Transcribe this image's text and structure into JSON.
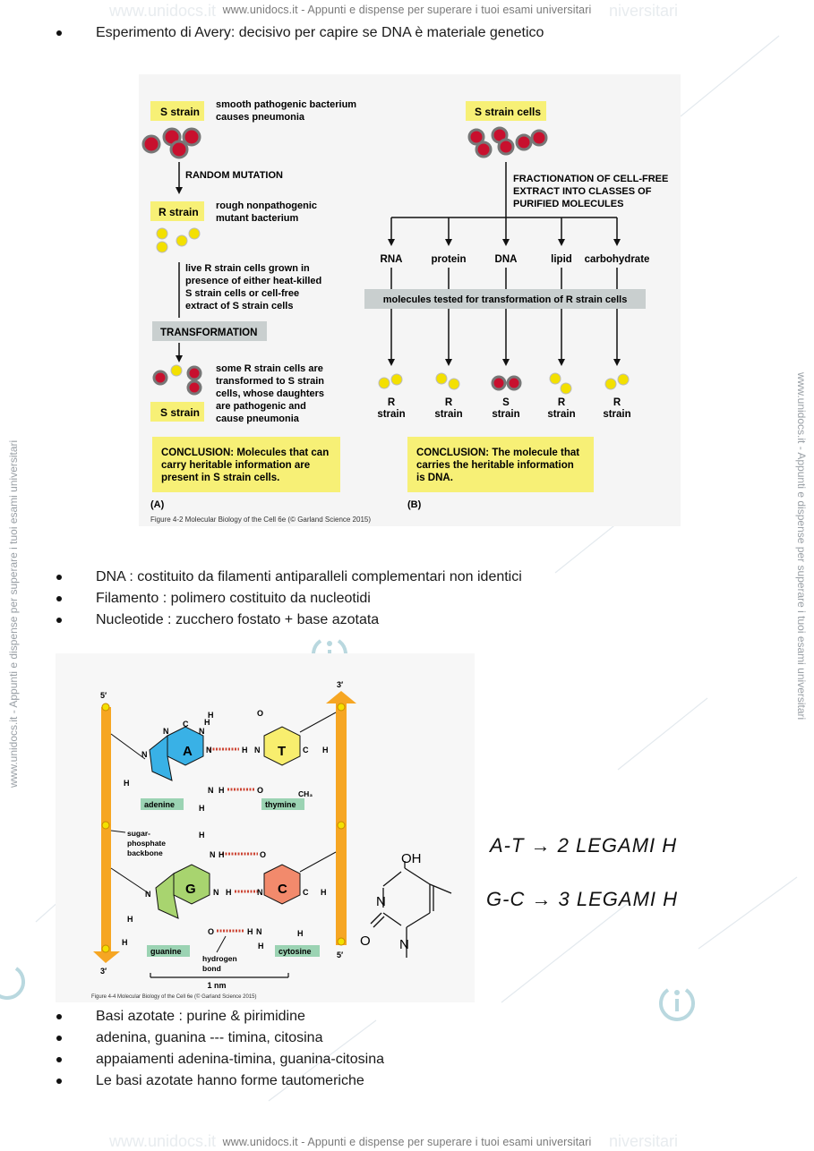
{
  "watermark": {
    "header": "www.unidocs.it - Appunti e dispense per superare i tuoi esami universitari",
    "footer": "www.unidocs.it - Appunti e dispense per superare i tuoi esami universitari",
    "side_left": "www.unidocs.it - Appunti e dispense per superare i tuoi esami universitari",
    "side_right": "www.unidocs.it - Appunti e dispense per superare i tuoi esami universitari",
    "ghost_left": "www.unidocs.it",
    "ghost_right": "niversitari"
  },
  "section1": {
    "bullets": [
      "Esperimento di Avery: decisivo per capire se DNA è materiale genetico"
    ]
  },
  "figure1": {
    "panelA": {
      "s_strain_label": "S strain",
      "s_strain_desc1": "smooth pathogenic bacterium",
      "s_strain_desc2": "causes pneumonia",
      "random_mutation": "RANDOM MUTATION",
      "r_strain_label": "R strain",
      "r_strain_desc1": "rough nonpathogenic",
      "r_strain_desc2": "mutant bacterium",
      "grown1": "live R strain cells grown in",
      "grown2": "presence of either heat-killed",
      "grown3": "S strain cells or cell-free",
      "grown4": "extract of S strain cells",
      "transformation": "TRANSFORMATION",
      "result1": "some R strain cells are",
      "result2": "transformed to S strain",
      "result3": "cells, whose daughters",
      "result4": "are pathogenic and",
      "result5": "cause pneumonia",
      "s_strain_label2": "S strain",
      "conclusion1": "CONCLUSION: Molecules that can",
      "conclusion2": "carry heritable information are",
      "conclusion3": "present in S strain cells.",
      "panel_label": "(A)"
    },
    "panelB": {
      "s_strain_cells": "S strain cells",
      "fraction1": "FRACTIONATION OF CELL-FREE",
      "fraction2": "EXTRACT INTO CLASSES OF",
      "fraction3": "PURIFIED MOLECULES",
      "molecules": [
        "RNA",
        "protein",
        "DNA",
        "lipid",
        "carbohydrate"
      ],
      "tested": "molecules tested for transformation of R strain cells",
      "results": [
        {
          "letter": "R",
          "word": "strain"
        },
        {
          "letter": "R",
          "word": "strain"
        },
        {
          "letter": "S",
          "word": "strain"
        },
        {
          "letter": "R",
          "word": "strain"
        },
        {
          "letter": "R",
          "word": "strain"
        }
      ],
      "conclusion1": "CONCLUSION: The molecule that",
      "conclusion2": "carries the heritable information",
      "conclusion3": "is DNA.",
      "panel_label": "(B)"
    },
    "caption": "Figure 4-2 Molecular Biology of the Cell 6e (© Garland Science 2015)"
  },
  "section2": {
    "bullets": [
      "DNA : costituito da filamenti antiparalleli complementari non identici",
      "Filamento : polimero costituito da nucleotidi",
      "Nucleotide : zucchero fostato + base azotata"
    ]
  },
  "figure2": {
    "five_prime_top": "5′",
    "three_prime_top": "3′",
    "three_prime_bottom": "3′",
    "five_prime_bottom": "5′",
    "adenine_letter": "A",
    "thymine_letter": "T",
    "guanine_letter": "G",
    "cytosine_letter": "C",
    "adenine": "adenine",
    "thymine": "thymine",
    "guanine": "guanine",
    "cytosine": "cytosine",
    "backbone1": "sugar-",
    "backbone2": "phosphate",
    "backbone3": "backbone",
    "hbond1": "hydrogen",
    "hbond2": "bond",
    "scale": "1 nm",
    "caption": "Figure 4-4 Molecular Biology of the Cell 6e (© Garland Science 2015)",
    "atoms": {
      "N": "N",
      "C": "C",
      "H": "H",
      "O": "O",
      "CH3": "CH₃"
    }
  },
  "chem_structure": {
    "oh": "OH",
    "n1": "N",
    "n2": "N",
    "o": "O"
  },
  "handwriting": {
    "line1": "A-T → 2 LEGAMI H",
    "line2": "G-C → 3 LEGAMI H"
  },
  "section3": {
    "bullets": [
      "Basi azotate : purine & pirimidine",
      "adenina, guanina --- timina, citosina",
      "appaiamenti adenina-timina, guanina-citosina",
      "Le basi azotate hanno forme tautomeriche"
    ]
  },
  "colors": {
    "yellow_box": "#f7f076",
    "grey_box": "#c9cfcf",
    "red_cell": "#c8102e",
    "yellow_cell": "#f3e000",
    "orange_backbone": "#f6a623",
    "adenine": "#39b1e6",
    "thymine": "#f8ee6e",
    "guanine": "#a8d46f",
    "cytosine": "#f28a6c",
    "base_label": "#9bd3b3"
  }
}
